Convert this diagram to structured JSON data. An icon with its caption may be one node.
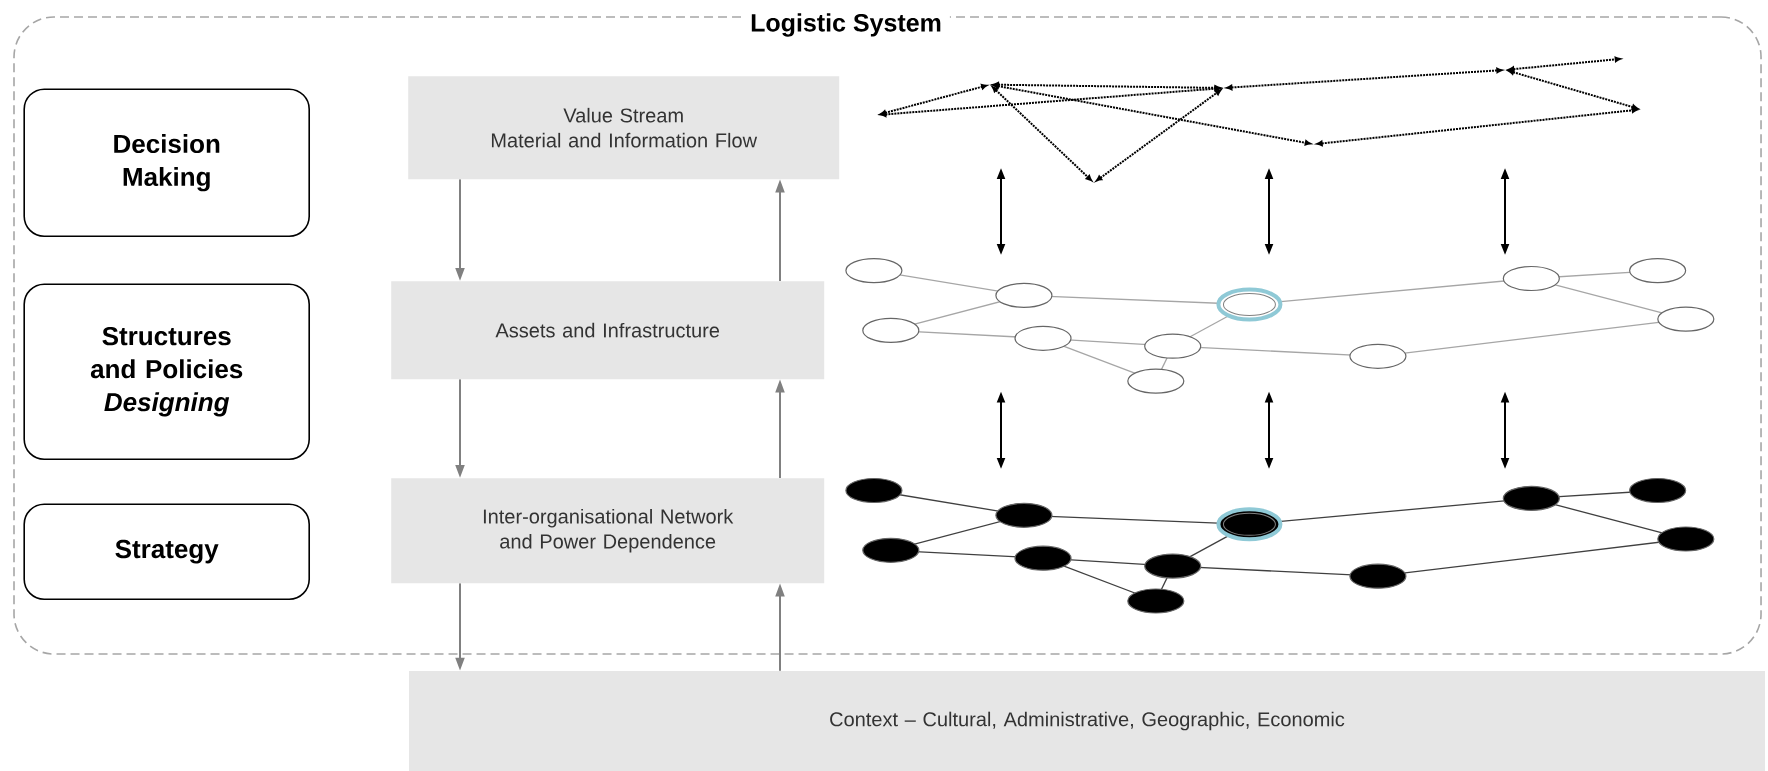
{
  "diagram": {
    "nodes": [
      {
        "text": [
          "Logistic System"
        ]
      },
      {
        "text": [
          "Decision Making"
        ],
        "in": 0
      },
      {
        "text": [
          "Structures and Policies *Designing*"
        ],
        "in": 0
      },
      {
        "text": [
          "Strategy"
        ],
        "in": 0
      },
      {
        "text": [
          "Value Stream",
          "Material and Information Flow"
        ],
        "in": 0
      },
      {
        "text": [
          "Assets and Infrastructure"
        ],
        "in": 0
      },
      {
        "text": [
          "Inter-organisational Network and Power Dependence"
        ],
        "in": 0
      },
      {
        "text": [
          "Context – Cultural, Administrative, Geographic, Economic"
        ]
      },
      {
        "text": [],
        "shape": "picture",
        "in": 0
      },
      {
        "text": [],
        "shape": "picture",
        "in": 0
      },
      {
        "text": [],
        "shape": "picture",
        "in": 0
      }
    ],
    "edges": [
      {
        "from": 4,
        "to": 5,
        "arrow": "to",
        "color": "#808080"
      },
      {
        "from": 5,
        "to": 4,
        "arrow": "to",
        "color": "#808080"
      },
      {
        "from": 5,
        "to": 6,
        "arrow": "to",
        "color": "#808080"
      },
      {
        "from": 6,
        "to": 5,
        "arrow": "to",
        "color": "#808080"
      },
      {
        "from": 6,
        "to": 7,
        "arrow": "to",
        "color": "#808080"
      },
      {
        "from": 7,
        "to": 6,
        "arrow": "to",
        "color": "#808080"
      },
      {
        "from": 8,
        "to": 9,
        "arrow": "both",
        "color": "#000000"
      },
      {
        "from": 8,
        "to": 9,
        "arrow": "both",
        "color": "#000000"
      },
      {
        "from": 8,
        "to": 9,
        "arrow": "both",
        "color": "#000000"
      },
      {
        "from": 9,
        "to": 10,
        "arrow": "both",
        "color": "#000000"
      },
      {
        "from": 9,
        "to": 10,
        "arrow": "both",
        "color": "#000000"
      },
      {
        "from": 9,
        "to": 10,
        "arrow": "both",
        "color": "#000000"
      }
    ]
  }
}
